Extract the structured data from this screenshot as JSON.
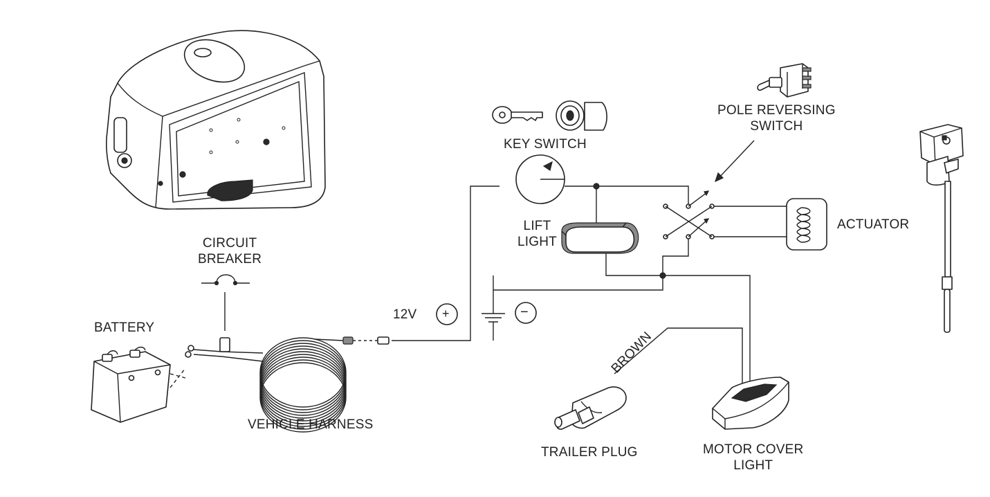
{
  "labels": {
    "key_switch": "KEY SWITCH",
    "pole_reversing_switch": [
      "POLE REVERSING",
      "SWITCH"
    ],
    "lift_light": [
      "LIFT",
      "LIGHT"
    ],
    "actuator": "ACTUATOR",
    "circuit_breaker": [
      "CIRCUIT",
      "BREAKER"
    ],
    "battery": "BATTERY",
    "voltage": "12V",
    "positive_symbol": "+",
    "negative_symbol": "−",
    "vehicle_harness": "VEHICLE HARNESS",
    "brown_wire": "BROWN",
    "trailer_plug": "TRAILER PLUG",
    "motor_cover_light": [
      "MOTOR COVER",
      "LIGHT"
    ]
  },
  "icons": [
    "motor-housing-icon",
    "key-icon",
    "lock-cylinder-icon",
    "toggle-switch-icon",
    "lift-light-icon",
    "actuator-coil-icon",
    "linear-actuator-icon",
    "battery-icon",
    "harness-coil-icon",
    "trailer-plug-icon",
    "motor-cover-light-icon",
    "ground-icon"
  ],
  "colors": {
    "line": "#222222",
    "background": "#ffffff"
  }
}
